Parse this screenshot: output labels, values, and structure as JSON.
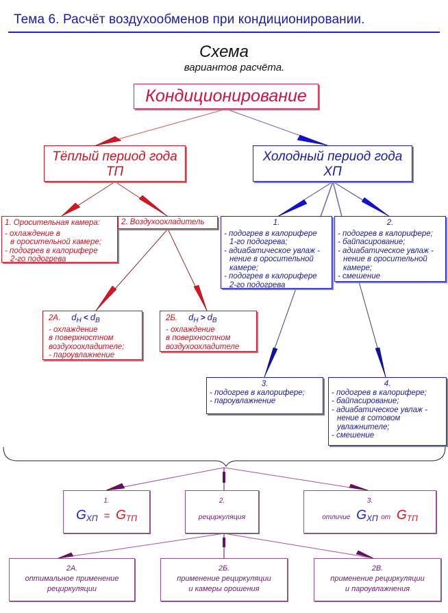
{
  "header": {
    "title": "Тема 6.  Расчёт воздухообменов при кондиционировании.",
    "schema_title": "Схема",
    "schema_subtitle": "вариантов расчёта."
  },
  "colors": {
    "title": "#1a1aa8",
    "warm": "#d41020",
    "cold": "#1a1aa0",
    "result": "#6a1a6a"
  },
  "root": {
    "label": "Кондиционирование"
  },
  "warm_period": {
    "line1": "Тёплый период года",
    "line2": "ТП",
    "option1": {
      "title": "1. Оросительная камера:",
      "items": [
        "- охлаждение в",
        "в оросительной камере;",
        "- подогрев в калорифере",
        "2-го подогрева"
      ]
    },
    "option2": {
      "title": "2. Воздухоохладитель",
      "sub_a": {
        "num": "2А.",
        "d_left": "d",
        "d_left_sub": "Н",
        "op": "<",
        "d_right": "d",
        "d_right_sub": "В",
        "items": [
          "- охлаждение",
          "в поверхностном",
          "воздухоохладителе;",
          "- пароувлажнение"
        ]
      },
      "sub_b": {
        "num": "2Б.",
        "d_left": "d",
        "d_left_sub": "Н",
        "op": ">",
        "d_right": "d",
        "d_right_sub": "В",
        "items": [
          "- охлаждение",
          "в поверхностном",
          "воздухоохладителе"
        ]
      }
    }
  },
  "cold_period": {
    "line1": "Холодный период года",
    "line2": "ХП",
    "options": [
      {
        "num": "1.",
        "items": [
          "- подогрев в калорифере",
          "1-го подогрева;",
          "- адиабатическое увлаж -",
          "нение в оросительной",
          "камере;",
          "- подогрев в калорифере",
          "2-го подогрева"
        ]
      },
      {
        "num": "2.",
        "items": [
          "- подогрев в калорифере;",
          "- байпасирование;",
          "- адиабатическое увлаж -",
          "нение в оросительной",
          "камере;",
          "- смешение"
        ]
      },
      {
        "num": "3.",
        "items": [
          "- подогрев в калорифере;",
          "- пароувлажнение"
        ]
      },
      {
        "num": "4.",
        "items": [
          "- подогрев в калорифере;",
          "- байпасирование;",
          "- адиабатическое увлаж -",
          "нение в сотовом",
          "увлажнителе;",
          "- смешение"
        ]
      }
    ]
  },
  "results": [
    {
      "num": "1.",
      "G": "G",
      "sub_xp": "ХП",
      "eq": "=",
      "sub_tp": "ТП"
    },
    {
      "num": "2.",
      "label": "рециркуляция"
    },
    {
      "num": "3.",
      "word1": "отличие",
      "G": "G",
      "sub_xp": "ХП",
      "word2": "от",
      "sub_tp": "ТП"
    }
  ],
  "recirculation": [
    {
      "num": "2А.",
      "line1": "оптимальное применение",
      "line2": "рециркуляции"
    },
    {
      "num": "2Б.",
      "line1": "применение рециркуляции",
      "line2": "и камеры орошения"
    },
    {
      "num": "2В.",
      "line1": "применение рециркуляции",
      "line2": "и пароувлажнения"
    }
  ]
}
